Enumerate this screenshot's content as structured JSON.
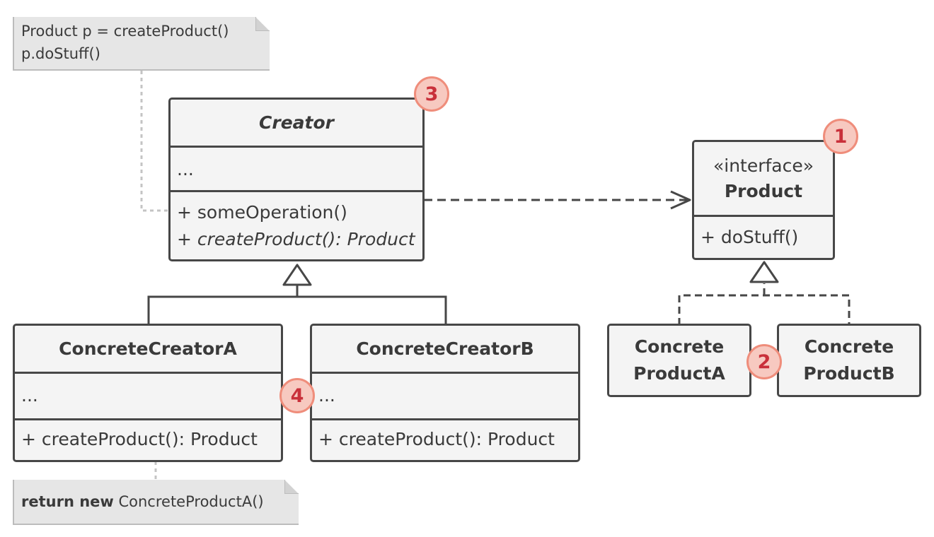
{
  "notes": {
    "client_line1": "Product p = createProduct()",
    "client_line2": "p.doStuff()",
    "return_keyword": "return new",
    "return_rest": " ConcreteProductA()"
  },
  "creator": {
    "name": "Creator",
    "fields": "...",
    "method1": "+ someOperation()",
    "method2": "+ createProduct(): Product"
  },
  "product": {
    "stereotype": "«interface»",
    "name": "Product",
    "method": "+ doStuff()"
  },
  "concrete_creator_a": {
    "name": "ConcreteCreatorA",
    "fields": "...",
    "method": "+ createProduct(): Product"
  },
  "concrete_creator_b": {
    "name": "ConcreteCreatorB",
    "fields": "...",
    "method": "+ createProduct(): Product"
  },
  "concrete_product_a": {
    "line1": "Concrete",
    "line2": "ProductA"
  },
  "concrete_product_b": {
    "line1": "Concrete",
    "line2": "ProductB"
  },
  "badges": {
    "b1": "1",
    "b2": "2",
    "b3": "3",
    "b4": "4"
  },
  "colors": {
    "box_fill": "#f4f4f4",
    "box_border": "#474747",
    "note_fill": "#e6e6e6",
    "badge_fill": "#f7c9c0",
    "badge_border": "#ef8d7b",
    "badge_text": "#c9303a"
  }
}
